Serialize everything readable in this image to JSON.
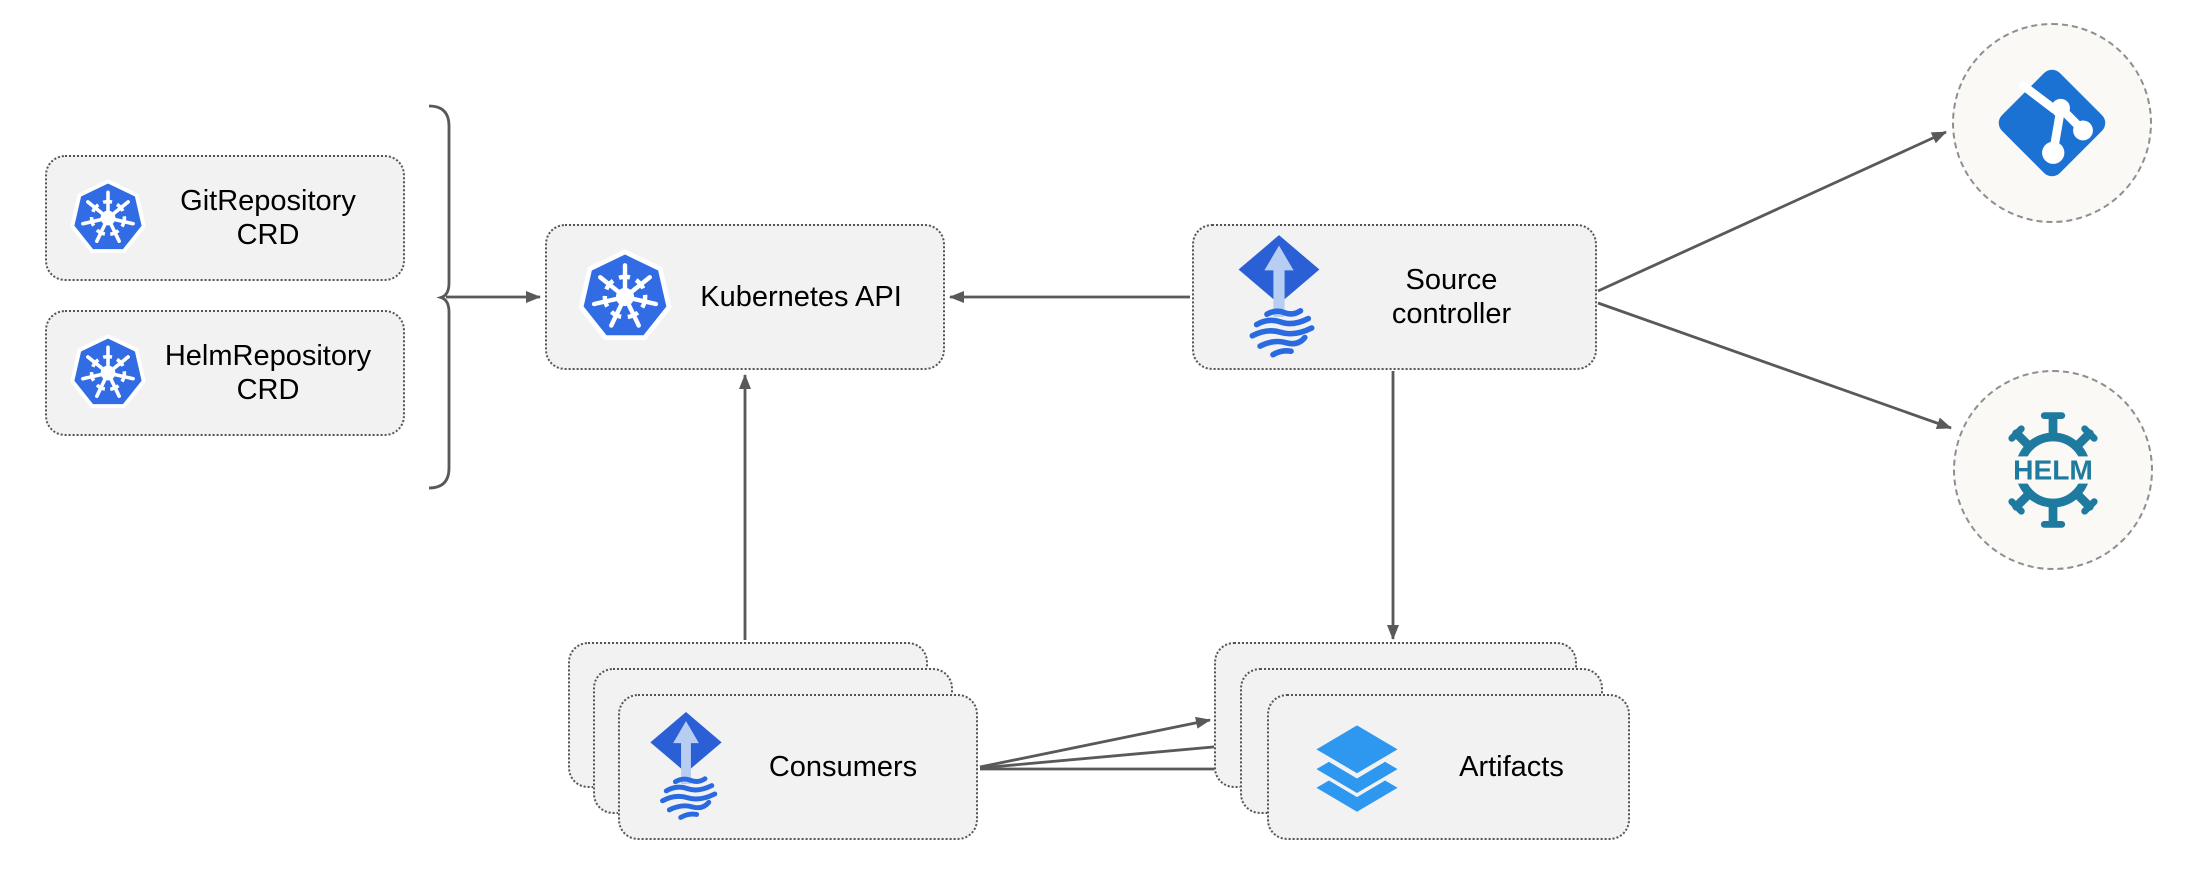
{
  "nodes": {
    "git_repository_crd": {
      "lines": [
        "GitRepository",
        "CRD"
      ]
    },
    "helm_repository_crd": {
      "lines": [
        "HelmRepository",
        "CRD"
      ]
    },
    "kubernetes_api": {
      "label": "Kubernetes API"
    },
    "source_controller": {
      "lines": [
        "Source",
        "controller"
      ]
    },
    "consumers": {
      "label": "Consumers",
      "stacked": 3
    },
    "artifacts": {
      "label": "Artifacts",
      "stacked": 3
    },
    "git_endpoint": {
      "icon": "git-icon"
    },
    "helm_endpoint": {
      "icon": "helm-icon",
      "logo_text": "HELM"
    }
  },
  "edges": [
    {
      "from": "git_repository_crd + helm_repository_crd (grouped by brace)",
      "to": "kubernetes_api"
    },
    {
      "from": "source_controller",
      "to": "kubernetes_api"
    },
    {
      "from": "consumers",
      "to": "kubernetes_api"
    },
    {
      "from": "source_controller",
      "to": "git_endpoint"
    },
    {
      "from": "source_controller",
      "to": "helm_endpoint"
    },
    {
      "from": "source_controller",
      "to": "artifacts"
    },
    {
      "from": "consumers",
      "to": "artifacts (back layer)"
    },
    {
      "from": "consumers",
      "to": "artifacts (middle layer)"
    },
    {
      "from": "consumers",
      "to": "artifacts (front layer)"
    }
  ],
  "icons": [
    "kubernetes-icon",
    "flux-icon",
    "git-icon",
    "helm-icon",
    "layers-icon"
  ],
  "colors": {
    "kubernetes_blue": "#326ce5",
    "flux_blue": "#2a5fd6",
    "flux_arrow_light_blue": "#b7cdf2",
    "git_blue": "#1b72d2",
    "helm_teal": "#1e7a9e",
    "layers_blue": "#2e97f0",
    "arrow_gray": "#595959",
    "node_fill": "#f2f2f2",
    "node_border": "#545454",
    "endpoint_fill": "#faf9f6",
    "endpoint_border": "#8f8f8f",
    "background": "#ffffff",
    "text": "#000000"
  }
}
